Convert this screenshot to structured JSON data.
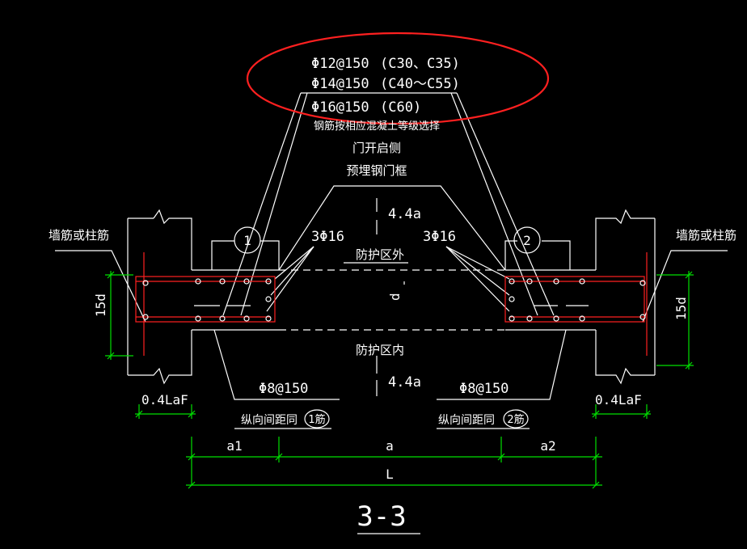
{
  "rebar_options": [
    {
      "spec": "Φ12@150",
      "grade": "(C30、C35)"
    },
    {
      "spec": "Φ14@150",
      "grade": "(C40～C55)"
    },
    {
      "spec": "Φ16@150",
      "grade": "(C60)"
    }
  ],
  "notes": {
    "select_by_grade": "钢筋按相应混凝土等级选择",
    "door_open_side": "门开启侧",
    "embedded_frame": "预埋钢门框"
  },
  "labels": {
    "wall_bar_left": "墙筋或柱筋",
    "wall_bar_right": "墙筋或柱筋",
    "bars_left": "3Φ16",
    "bars_right": "3Φ16",
    "outside": "防护区外",
    "inside": "防护区内",
    "dist_top": "4.4a",
    "dist_bottom": "4.4a",
    "thickness": "d",
    "anchor_left": "15d",
    "anchor_right": "15d",
    "laf_left": "0.4LaF",
    "laf_right": "0.4LaF",
    "stirrup_left": "Φ8@150",
    "stirrup_right": "Φ8@150",
    "spacing_left": "纵向间距同",
    "spacing_right": "纵向间距同",
    "bar_ref_left": "1筋",
    "bar_ref_right": "2筋",
    "marker_left": "1",
    "marker_right": "2",
    "dim_a1": "a1",
    "dim_a": "a",
    "dim_a2": "a2",
    "dim_L": "L",
    "section": "3-3"
  },
  "colors": {
    "lines": "#ffffff",
    "dimensions": "#00e000",
    "rebar": "#ff2020",
    "highlight": "#ff2020"
  }
}
